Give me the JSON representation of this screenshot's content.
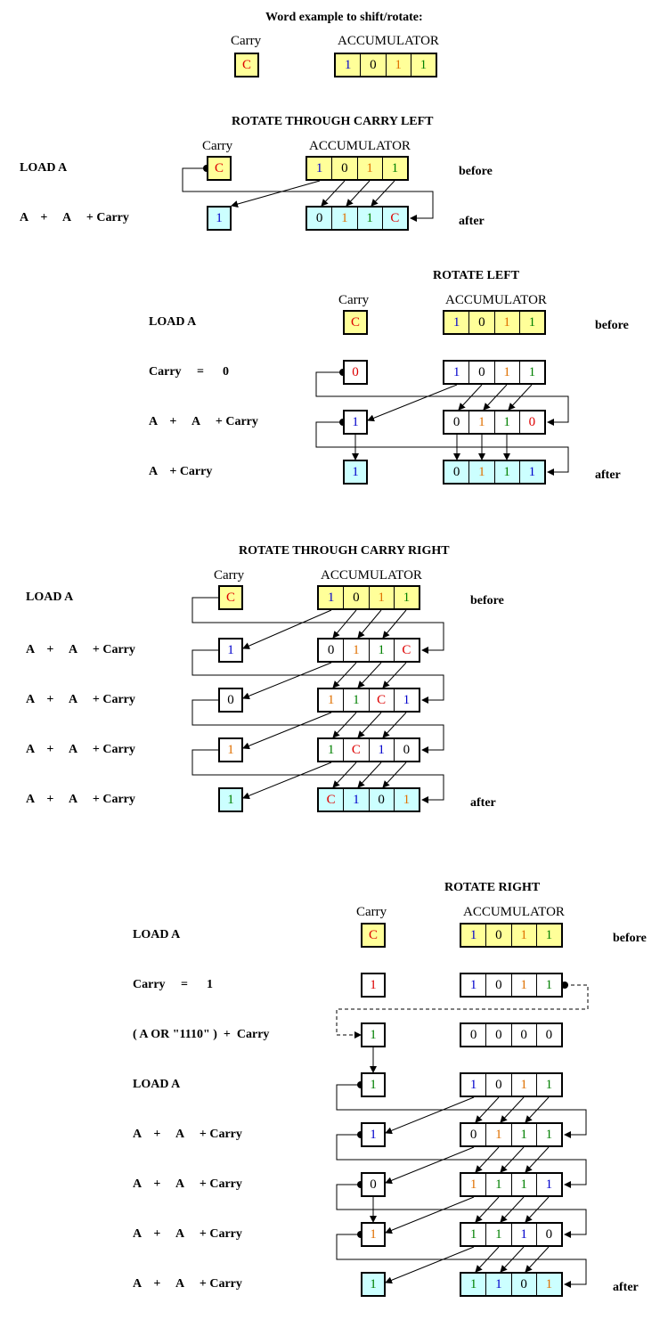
{
  "colors": {
    "blue": "#0000cc",
    "black": "#000000",
    "orange": "#e07000",
    "green": "#008000",
    "red": "#dd0000",
    "yellow_fill": "#ffff99",
    "cyan_fill": "#ccffff"
  },
  "intro": {
    "title": "Word example to shift/rotate:",
    "carry_header": "Carry",
    "acc_header": "ACCUMULATOR",
    "carry": {
      "v": "C",
      "c": "red"
    },
    "bits": [
      {
        "v": "1",
        "c": "blue"
      },
      {
        "v": "0",
        "c": "black"
      },
      {
        "v": "1",
        "c": "orange"
      },
      {
        "v": "1",
        "c": "green"
      }
    ]
  },
  "sec1": {
    "title": "ROTATE THROUGH CARRY LEFT",
    "carry_header": "Carry",
    "acc_header": "ACCUMULATOR",
    "steps": [
      {
        "label": "LOAD A",
        "note": "before",
        "carry": {
          "v": "C",
          "c": "red"
        },
        "bits": [
          {
            "v": "1",
            "c": "blue"
          },
          {
            "v": "0",
            "c": "black"
          },
          {
            "v": "1",
            "c": "orange"
          },
          {
            "v": "1",
            "c": "green"
          }
        ]
      },
      {
        "label": "A    +     A     + Carry",
        "note": "after",
        "carry": {
          "v": "1",
          "c": "blue"
        },
        "bits": [
          {
            "v": "0",
            "c": "black"
          },
          {
            "v": "1",
            "c": "orange"
          },
          {
            "v": "1",
            "c": "green"
          },
          {
            "v": "C",
            "c": "red"
          }
        ]
      }
    ]
  },
  "sec2": {
    "title": "ROTATE LEFT",
    "carry_header": "Carry",
    "acc_header": "ACCUMULATOR",
    "steps": [
      {
        "label": "LOAD A",
        "note": "before",
        "carry": {
          "v": "C",
          "c": "red"
        },
        "bits": [
          {
            "v": "1",
            "c": "blue"
          },
          {
            "v": "0",
            "c": "black"
          },
          {
            "v": "1",
            "c": "orange"
          },
          {
            "v": "1",
            "c": "green"
          }
        ]
      },
      {
        "label": "Carry     =      0",
        "note": "",
        "carry": {
          "v": "0",
          "c": "red"
        },
        "bits": [
          {
            "v": "1",
            "c": "blue"
          },
          {
            "v": "0",
            "c": "black"
          },
          {
            "v": "1",
            "c": "orange"
          },
          {
            "v": "1",
            "c": "green"
          }
        ]
      },
      {
        "label": "A    +     A     + Carry",
        "note": "",
        "carry": {
          "v": "1",
          "c": "blue"
        },
        "bits": [
          {
            "v": "0",
            "c": "black"
          },
          {
            "v": "1",
            "c": "orange"
          },
          {
            "v": "1",
            "c": "green"
          },
          {
            "v": "0",
            "c": "red"
          }
        ]
      },
      {
        "label": "A    + Carry",
        "note": "after",
        "carry": {
          "v": "1",
          "c": "blue"
        },
        "bits": [
          {
            "v": "0",
            "c": "black"
          },
          {
            "v": "1",
            "c": "orange"
          },
          {
            "v": "1",
            "c": "green"
          },
          {
            "v": "1",
            "c": "blue"
          }
        ]
      }
    ]
  },
  "sec3": {
    "title": "ROTATE THROUGH CARRY RIGHT",
    "carry_header": "Carry",
    "acc_header": "ACCUMULATOR",
    "steps": [
      {
        "label": "LOAD A",
        "note": "before",
        "carry": {
          "v": "C",
          "c": "red"
        },
        "bits": [
          {
            "v": "1",
            "c": "blue"
          },
          {
            "v": "0",
            "c": "black"
          },
          {
            "v": "1",
            "c": "orange"
          },
          {
            "v": "1",
            "c": "green"
          }
        ]
      },
      {
        "label": "A    +     A     + Carry",
        "note": "",
        "carry": {
          "v": "1",
          "c": "blue"
        },
        "bits": [
          {
            "v": "0",
            "c": "black"
          },
          {
            "v": "1",
            "c": "orange"
          },
          {
            "v": "1",
            "c": "green"
          },
          {
            "v": "C",
            "c": "red"
          }
        ]
      },
      {
        "label": "A    +     A     + Carry",
        "note": "",
        "carry": {
          "v": "0",
          "c": "black"
        },
        "bits": [
          {
            "v": "1",
            "c": "orange"
          },
          {
            "v": "1",
            "c": "green"
          },
          {
            "v": "C",
            "c": "red"
          },
          {
            "v": "1",
            "c": "blue"
          }
        ]
      },
      {
        "label": "A    +     A     + Carry",
        "note": "",
        "carry": {
          "v": "1",
          "c": "orange"
        },
        "bits": [
          {
            "v": "1",
            "c": "green"
          },
          {
            "v": "C",
            "c": "red"
          },
          {
            "v": "1",
            "c": "blue"
          },
          {
            "v": "0",
            "c": "black"
          }
        ]
      },
      {
        "label": "A    +     A     + Carry",
        "note": "after",
        "carry": {
          "v": "1",
          "c": "green"
        },
        "bits": [
          {
            "v": "C",
            "c": "red"
          },
          {
            "v": "1",
            "c": "blue"
          },
          {
            "v": "0",
            "c": "black"
          },
          {
            "v": "1",
            "c": "orange"
          }
        ]
      }
    ]
  },
  "sec4": {
    "title": "ROTATE RIGHT",
    "carry_header": "Carry",
    "acc_header": "ACCUMULATOR",
    "steps": [
      {
        "label": "LOAD A",
        "note": "before",
        "carry": {
          "v": "C",
          "c": "red"
        },
        "bits": [
          {
            "v": "1",
            "c": "blue"
          },
          {
            "v": "0",
            "c": "black"
          },
          {
            "v": "1",
            "c": "orange"
          },
          {
            "v": "1",
            "c": "green"
          }
        ]
      },
      {
        "label": "Carry     =      1",
        "note": "",
        "carry": {
          "v": "1",
          "c": "red"
        },
        "bits": [
          {
            "v": "1",
            "c": "blue"
          },
          {
            "v": "0",
            "c": "black"
          },
          {
            "v": "1",
            "c": "orange"
          },
          {
            "v": "1",
            "c": "green"
          }
        ]
      },
      {
        "label": "( A OR \"1110\" )  +  Carry",
        "note": "",
        "carry": {
          "v": "1",
          "c": "green"
        },
        "bits": [
          {
            "v": "0",
            "c": "black"
          },
          {
            "v": "0",
            "c": "black"
          },
          {
            "v": "0",
            "c": "black"
          },
          {
            "v": "0",
            "c": "black"
          }
        ]
      },
      {
        "label": "LOAD A",
        "note": "",
        "carry": {
          "v": "1",
          "c": "green"
        },
        "bits": [
          {
            "v": "1",
            "c": "blue"
          },
          {
            "v": "0",
            "c": "black"
          },
          {
            "v": "1",
            "c": "orange"
          },
          {
            "v": "1",
            "c": "green"
          }
        ]
      },
      {
        "label": "A    +     A     + Carry",
        "note": "",
        "carry": {
          "v": "1",
          "c": "blue"
        },
        "bits": [
          {
            "v": "0",
            "c": "black"
          },
          {
            "v": "1",
            "c": "orange"
          },
          {
            "v": "1",
            "c": "green"
          },
          {
            "v": "1",
            "c": "green"
          }
        ]
      },
      {
        "label": "A    +     A     + Carry",
        "note": "",
        "carry": {
          "v": "0",
          "c": "black"
        },
        "bits": [
          {
            "v": "1",
            "c": "orange"
          },
          {
            "v": "1",
            "c": "green"
          },
          {
            "v": "1",
            "c": "green"
          },
          {
            "v": "1",
            "c": "blue"
          }
        ]
      },
      {
        "label": "A    +     A     + Carry",
        "note": "",
        "carry": {
          "v": "1",
          "c": "orange"
        },
        "bits": [
          {
            "v": "1",
            "c": "green"
          },
          {
            "v": "1",
            "c": "green"
          },
          {
            "v": "1",
            "c": "blue"
          },
          {
            "v": "0",
            "c": "black"
          }
        ]
      },
      {
        "label": "A    +     A     + Carry",
        "note": "after",
        "carry": {
          "v": "1",
          "c": "green"
        },
        "bits": [
          {
            "v": "1",
            "c": "green"
          },
          {
            "v": "1",
            "c": "blue"
          },
          {
            "v": "0",
            "c": "black"
          },
          {
            "v": "1",
            "c": "orange"
          }
        ]
      }
    ]
  }
}
